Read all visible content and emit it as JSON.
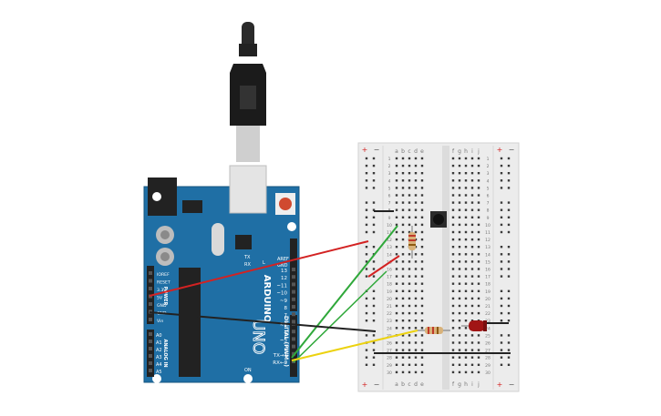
{
  "arduino": {
    "brand": "ARDUINO",
    "model": "UNO",
    "digital_label": "DIGITAL (PWM~)",
    "power_label": "POWER",
    "analog_label": "ANALOG IN",
    "on_label": "ON",
    "l_label": "L",
    "tx_label": "TX",
    "rx_label": "RX",
    "aref_label": "AREF",
    "gnd_label": "GND",
    "power_pins": [
      "IOREF",
      "RESET",
      "3.3V",
      "5V",
      "GND",
      "GND",
      "Vin"
    ],
    "analog_pins": [
      "A0",
      "A1",
      "A2",
      "A3",
      "A4",
      "A5"
    ],
    "digital_pins": [
      "13",
      "12",
      "~11",
      "~10",
      "~9",
      "8",
      "7",
      "~6",
      "~5",
      "4",
      "~3",
      "2",
      "TX→1",
      "RX←0"
    ]
  },
  "breadboard": {
    "col_left": [
      "a",
      "b",
      "c",
      "d",
      "e"
    ],
    "col_right": [
      "f",
      "g",
      "h",
      "i",
      "j"
    ],
    "rail_plus": "+",
    "rail_minus": "−",
    "rows": [
      "1",
      "2",
      "3",
      "4",
      "5",
      "6",
      "7",
      "8",
      "9",
      "10",
      "11",
      "12",
      "13",
      "14",
      "15",
      "16",
      "17",
      "18",
      "19",
      "20",
      "21",
      "22",
      "23",
      "24",
      "25",
      "26",
      "27",
      "28",
      "29",
      "30"
    ]
  },
  "colors": {
    "board": "#1f6fa5",
    "breadboard": "#ececec",
    "wire_red": "#d32222",
    "wire_green": "#2fa83a",
    "wire_black": "#222222",
    "wire_yellow": "#ecd20f",
    "led": "#a11515"
  }
}
